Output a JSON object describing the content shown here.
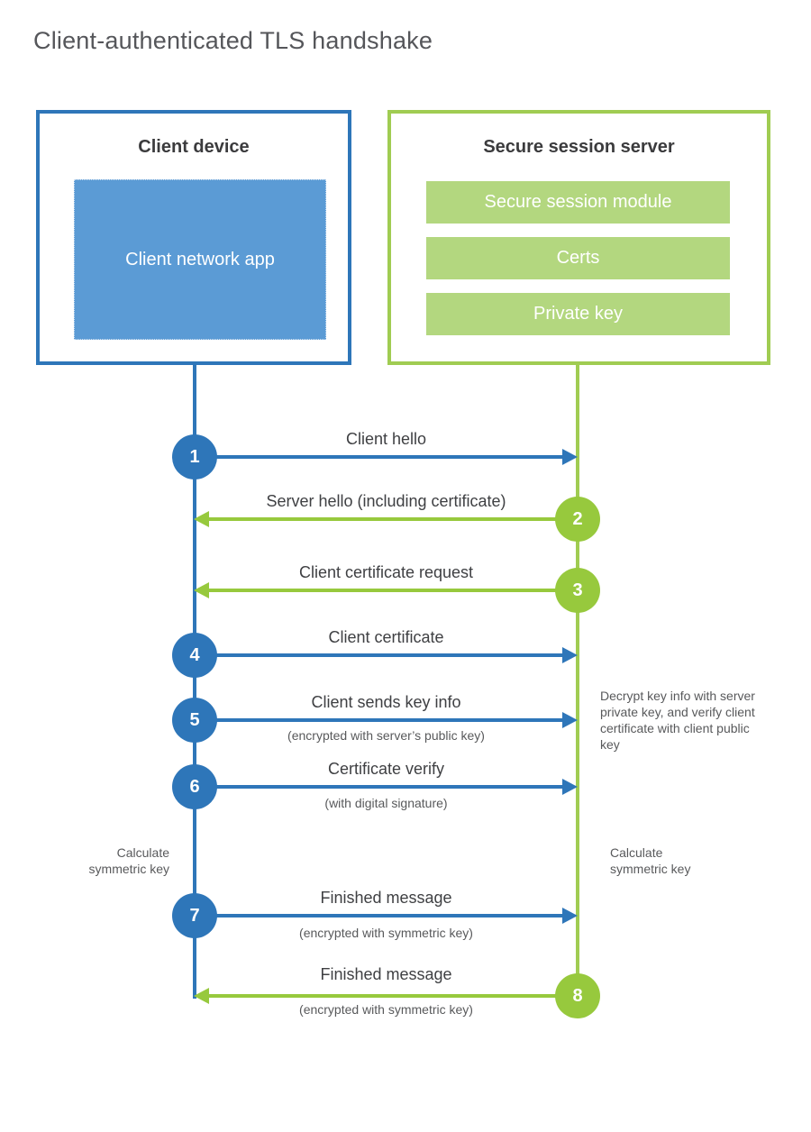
{
  "title": "Client-authenticated TLS handshake",
  "colors": {
    "blue_primary": "#2e76b9",
    "blue_fill": "#5b9bd5",
    "green_primary": "#97c93d",
    "green_border": "#a0cc52",
    "green_fill": "#b3d77f",
    "text_dark": "#3f4043",
    "text_gray": "#58595b"
  },
  "client": {
    "title": "Client device",
    "module": "Client network app"
  },
  "server": {
    "title": "Secure session server",
    "modules": [
      "Secure session module",
      "Certs",
      "Private key"
    ]
  },
  "steps": [
    {
      "num": "1",
      "actor": "client",
      "direction": "client-to-server",
      "label": "Client hello",
      "sub": ""
    },
    {
      "num": "2",
      "actor": "server",
      "direction": "server-to-client",
      "label": "Server hello (including certificate)",
      "sub": ""
    },
    {
      "num": "3",
      "actor": "server",
      "direction": "server-to-client",
      "label": "Client certificate request",
      "sub": ""
    },
    {
      "num": "4",
      "actor": "client",
      "direction": "client-to-server",
      "label": "Client certificate",
      "sub": ""
    },
    {
      "num": "5",
      "actor": "client",
      "direction": "client-to-server",
      "label": "Client sends key info",
      "sub": "(encrypted with server’s public key)"
    },
    {
      "num": "6",
      "actor": "client",
      "direction": "client-to-server",
      "label": "Certificate verify",
      "sub": "(with digital signature)"
    },
    {
      "num": "7",
      "actor": "client",
      "direction": "client-to-server",
      "label": "Finished message",
      "sub": "(encrypted with symmetric key)"
    },
    {
      "num": "8",
      "actor": "server",
      "direction": "server-to-client",
      "label": "Finished message",
      "sub": "(encrypted with symmetric key)"
    }
  ],
  "notes": {
    "decrypt": "Decrypt key info with server private key, and verify client certificate with client public key",
    "calc_left": "Calculate\nsymmetric key",
    "calc_right": "Calculate\nsymmetric key"
  }
}
